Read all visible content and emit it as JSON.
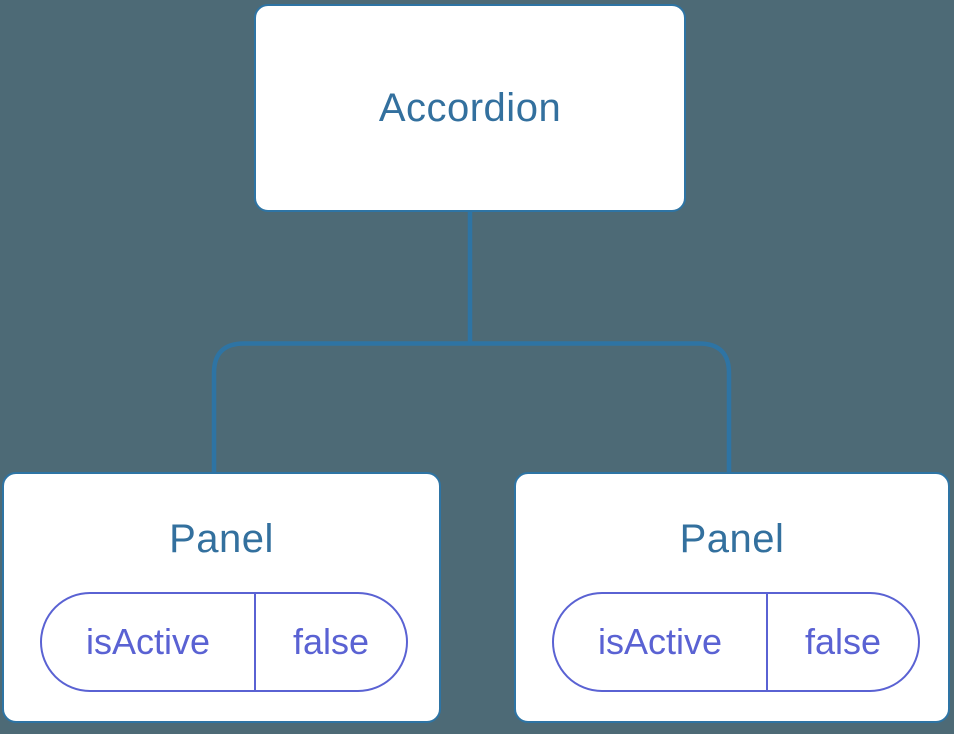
{
  "diagram": {
    "root": {
      "label": "Accordion"
    },
    "children": [
      {
        "label": "Panel",
        "state": {
          "key": "isActive",
          "value": "false"
        }
      },
      {
        "label": "Panel",
        "state": {
          "key": "isActive",
          "value": "false"
        }
      }
    ]
  },
  "colors": {
    "background": "#4D6A76",
    "node_fill": "#FFFFFF",
    "node_border": "#2E74A4",
    "node_text": "#33709E",
    "connector": "#2E74A4",
    "state_accent": "#5A62D3"
  }
}
